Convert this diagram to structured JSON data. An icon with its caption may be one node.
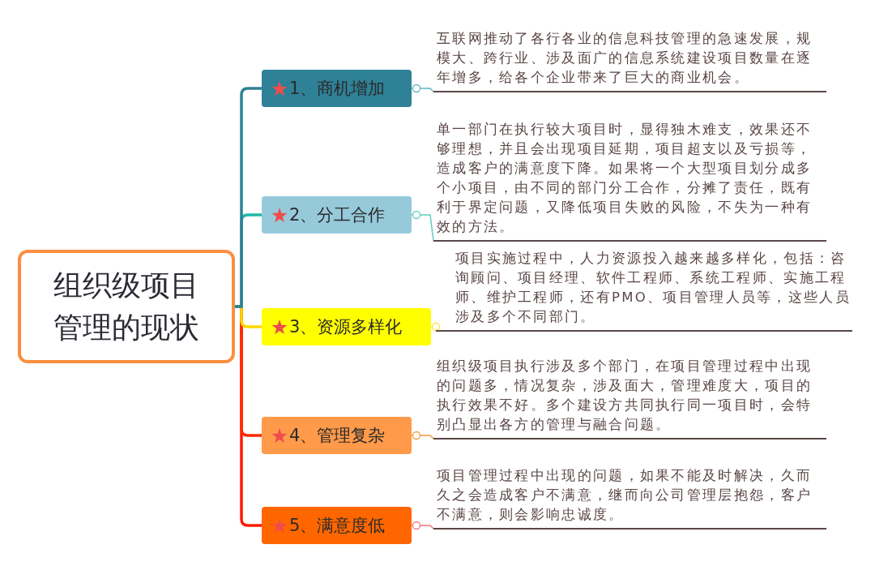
{
  "diagram": {
    "nodes": [
      {
        "text": [
          "组织级项目管理的现状"
        ]
      },
      {
        "text": [
          "1、商机增加"
        ]
      },
      {
        "text": [
          "2、分工合作"
        ]
      },
      {
        "text": [
          "3、资源多样化"
        ]
      },
      {
        "text": [
          "4、管理复杂"
        ]
      },
      {
        "text": [
          "5、满意度低"
        ]
      },
      {
        "text": [
          "互联网推动了各行各业的信息科技管理的急速发展，规模大、跨行业、涉及面广的信息系统建设项目数量在逐年增多，给各个企业带来了巨大的商业机会。"
        ]
      },
      {
        "text": [
          "单一部门在执行较大项目时，显得独木难支，效果还不够理想，并且会出现项目延期，项目超支以及亏损等，造成客户的满意度下降。如果将一个大型项目划分成多个小项目，由不同的部门分工合作，分摊了责任，既有利于界定问题，又降低项目失败的风险，不失为一种有效的方法。"
        ]
      },
      {
        "text": [
          "项目实施过程中，人力资源投入越来越多样化，包括：咨询顾问、项目经理、软件工程师、系统工程师、实施工程师、维护工程师，还有PMO、项目管理人员等，这些人员涉及多个不同部门。"
        ]
      },
      {
        "text": [
          "组织级项目执行涉及多个部门，在项目管理过程中出现的问题多，情况复杂，涉及面大，管理难度大，项目的执行效果不好。多个建设方共同执行同一项目时，会特别凸显出各方的管理与融合问题。"
        ]
      },
      {
        "text": [
          "项目管理过程中出现的问题，如果不能及时解决，久而久之会造成客户不满意，继而向公司管理层抱怨，客户不满意，则会影响忠诚度。"
        ]
      }
    ],
    "edges": [
      {
        "from": 0,
        "to": 1,
        "arrow": "none",
        "style": "thick",
        "color": "#2e8197"
      },
      {
        "from": 0,
        "to": 2,
        "arrow": "none",
        "style": "thick",
        "color": "#1fb8a8"
      },
      {
        "from": 0,
        "to": 3,
        "arrow": "none",
        "style": "thick",
        "color": "#ffd800"
      },
      {
        "from": 0,
        "to": 4,
        "arrow": "none",
        "style": "thick",
        "color": "#ff2a00"
      },
      {
        "from": 0,
        "to": 5,
        "arrow": "none",
        "style": "thick",
        "color": "#ff1a00"
      },
      {
        "from": 1,
        "to": 6,
        "arrow": "other",
        "color": "#5fb6c4"
      },
      {
        "from": 2,
        "to": 7,
        "arrow": "other",
        "color": "#5dcfc0"
      },
      {
        "from": 3,
        "to": 8,
        "arrow": "other",
        "color": "#ffe640"
      },
      {
        "from": 4,
        "to": 9,
        "arrow": "other",
        "color": "#f79a3a"
      },
      {
        "from": 5,
        "to": 10,
        "arrow": "other",
        "color": "#f2777a"
      }
    ]
  }
}
